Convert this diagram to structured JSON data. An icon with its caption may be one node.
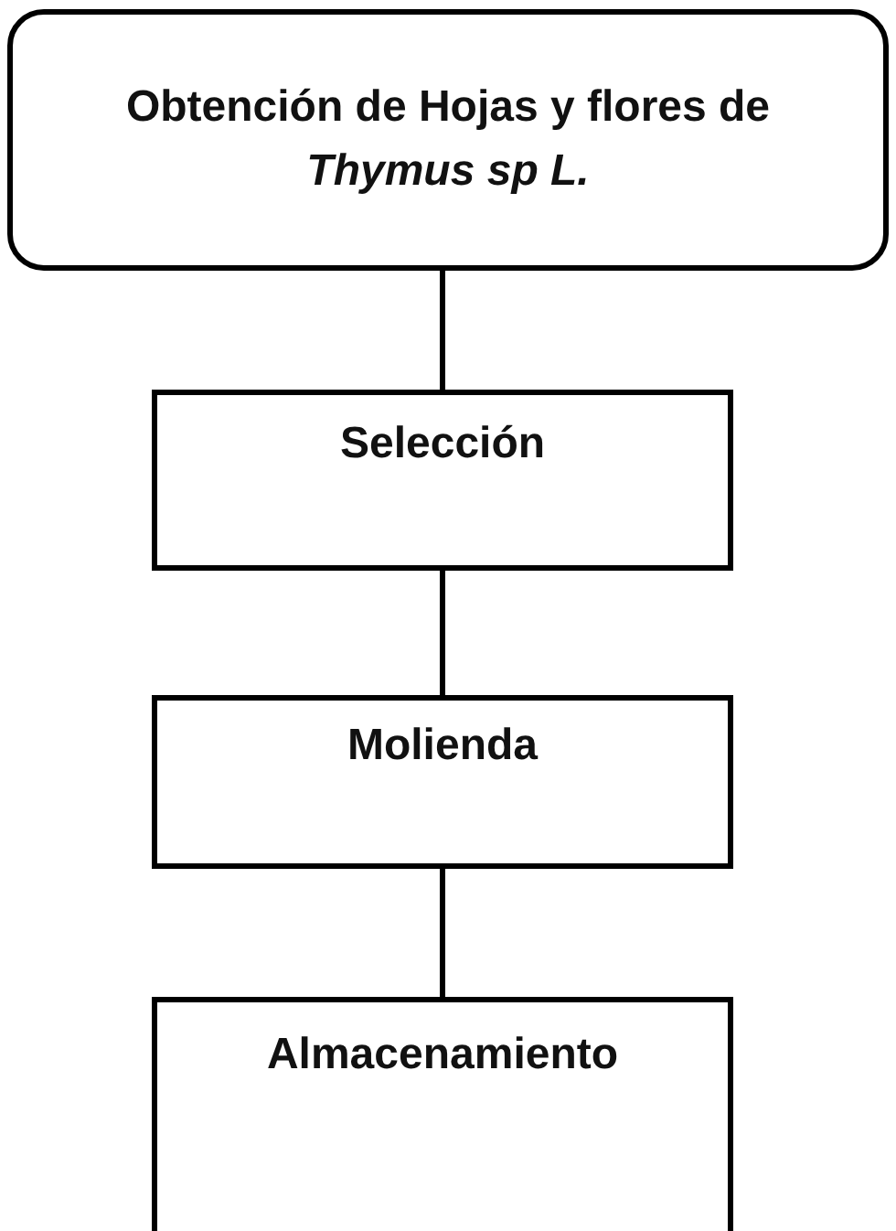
{
  "diagram": {
    "nodes": [
      {
        "text": [
          "Obtención de Hojas y flores de *Thymus sp L.*"
        ]
      },
      {
        "text": [
          "Selección"
        ]
      },
      {
        "text": [
          "Molienda"
        ]
      },
      {
        "text": [
          "Almacenamiento"
        ]
      }
    ],
    "edges": [
      {
        "from": 0,
        "to": 1,
        "arrow": "none"
      },
      {
        "from": 1,
        "to": 2,
        "arrow": "none"
      },
      {
        "from": 2,
        "to": 3,
        "arrow": "none"
      }
    ]
  }
}
